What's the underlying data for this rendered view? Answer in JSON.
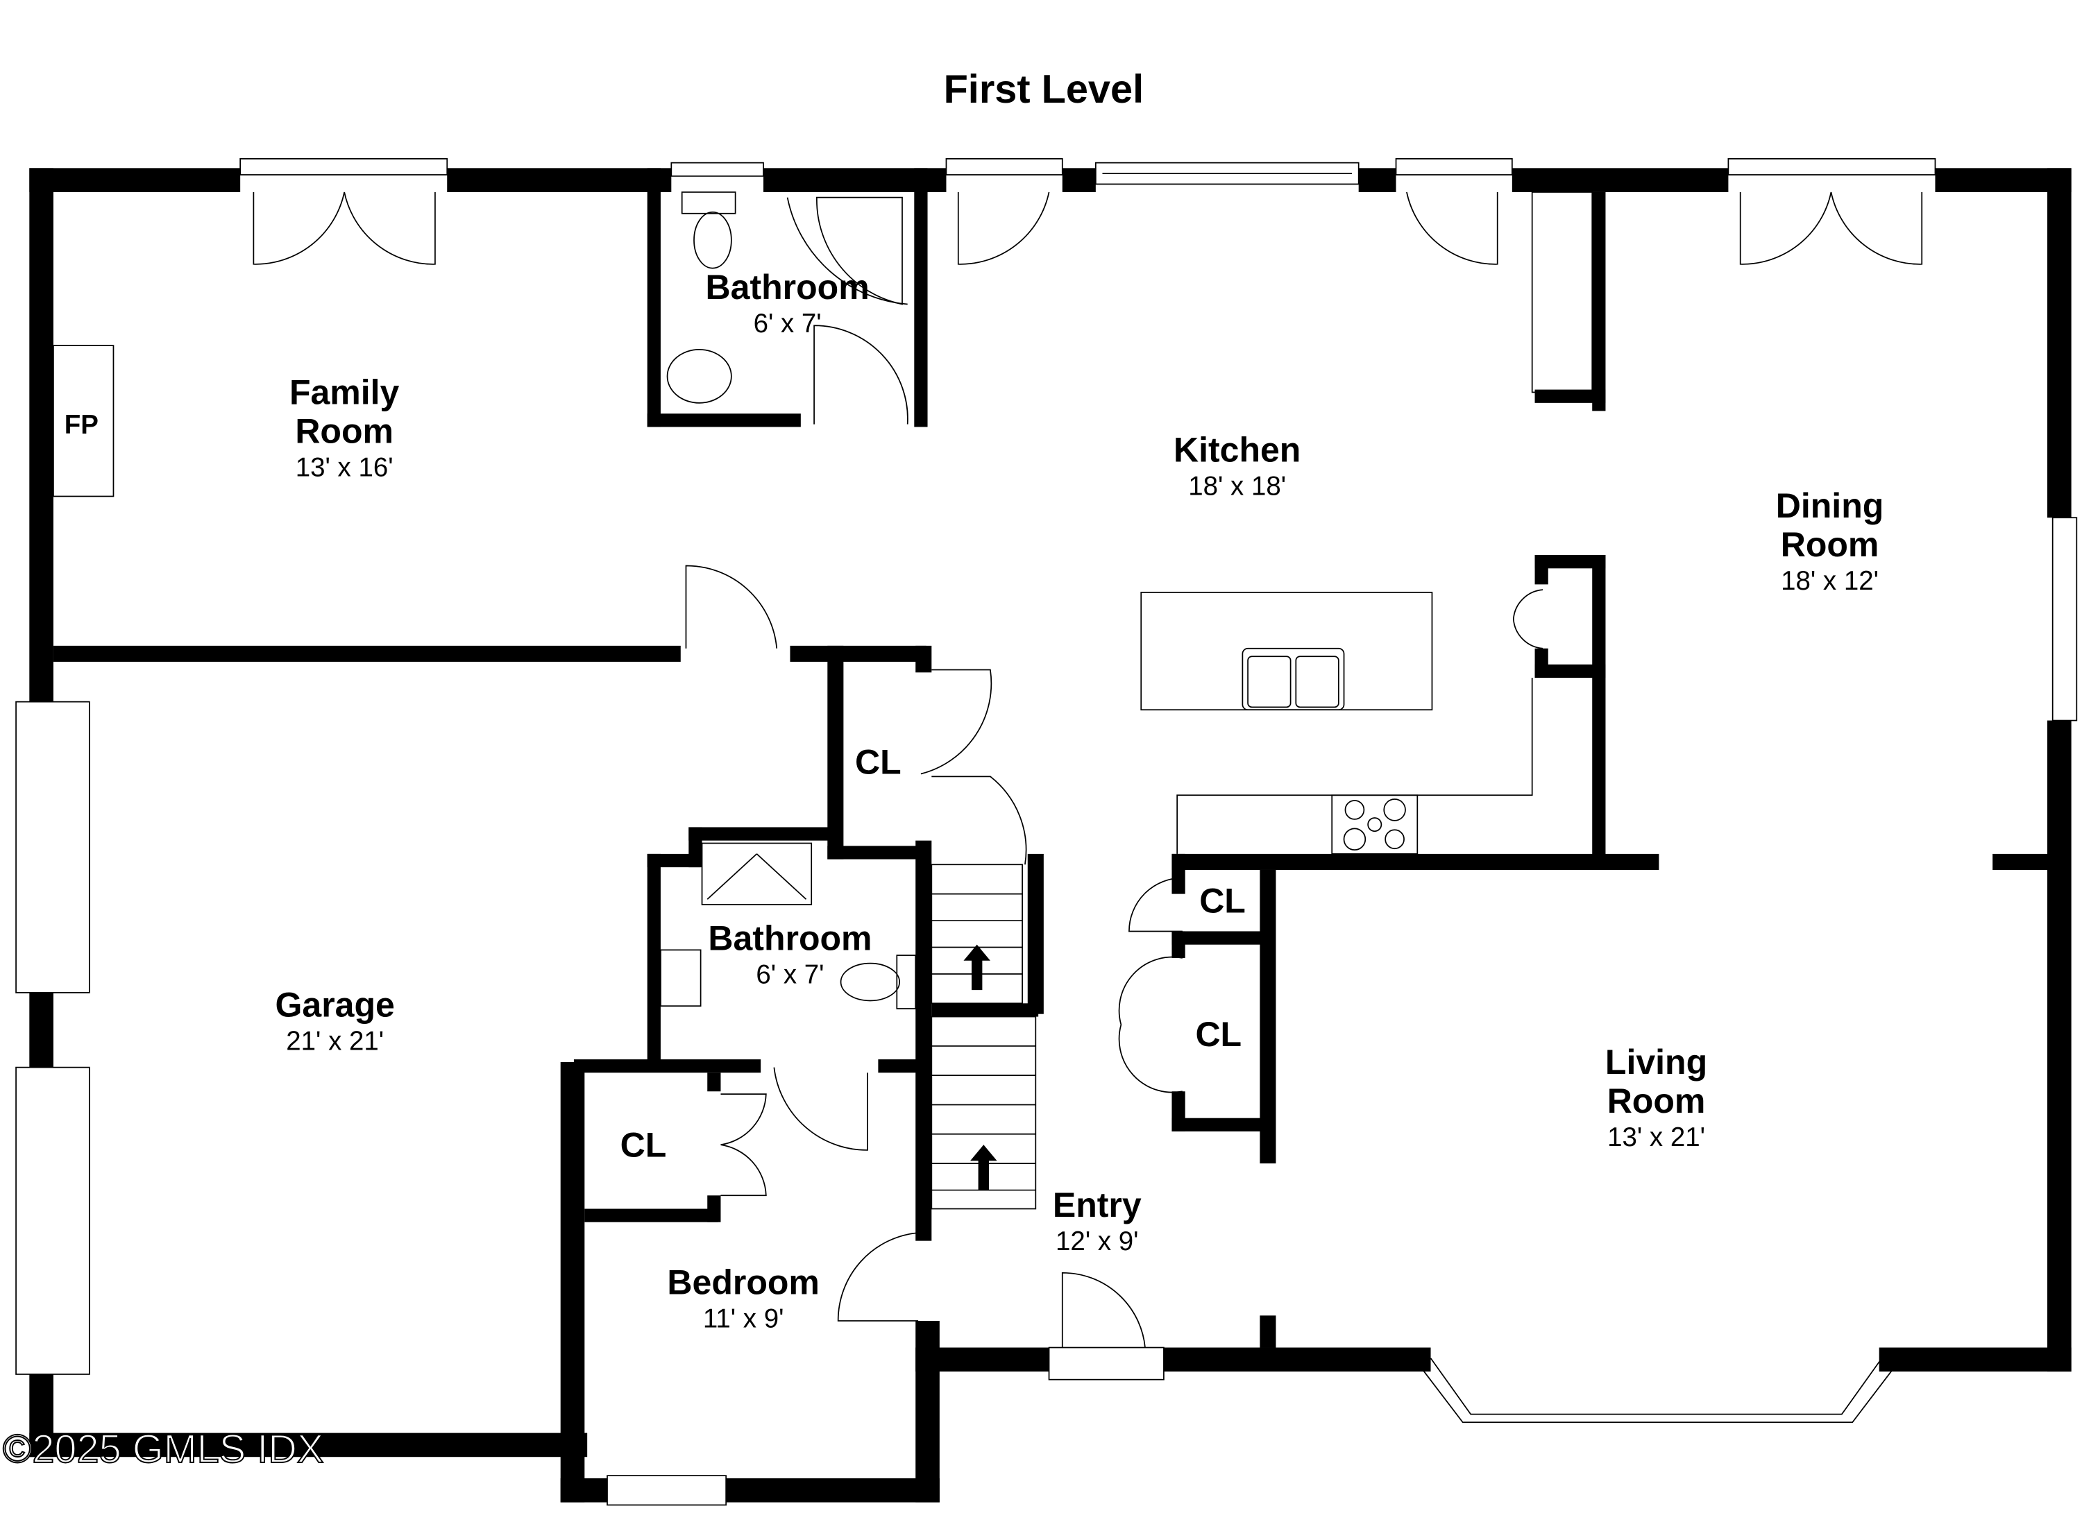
{
  "title": "First Level",
  "rooms": {
    "family_room": {
      "name_line1": "Family",
      "name_line2": "Room",
      "dims": "13' x 16'"
    },
    "bathroom_upper": {
      "name": "Bathroom",
      "dims": "6' x 7'"
    },
    "kitchen": {
      "name": "Kitchen",
      "dims": "18' x 18'"
    },
    "dining_room": {
      "name_line1": "Dining",
      "name_line2": "Room",
      "dims": "18' x 12'"
    },
    "garage": {
      "name": "Garage",
      "dims": "21' x 21'"
    },
    "bathroom_lower": {
      "name": "Bathroom",
      "dims": "6' x 7'"
    },
    "bedroom": {
      "name": "Bedroom",
      "dims": "11' x 9'"
    },
    "entry": {
      "name": "Entry",
      "dims": "12' x 9'"
    },
    "living_room": {
      "name_line1": "Living",
      "name_line2": "Room",
      "dims": "13' x 21'"
    }
  },
  "fixtures": {
    "fireplace": "FP",
    "closets": [
      "CL",
      "CL",
      "CL",
      "CL"
    ]
  },
  "watermark": "©2025 GMLS IDX"
}
